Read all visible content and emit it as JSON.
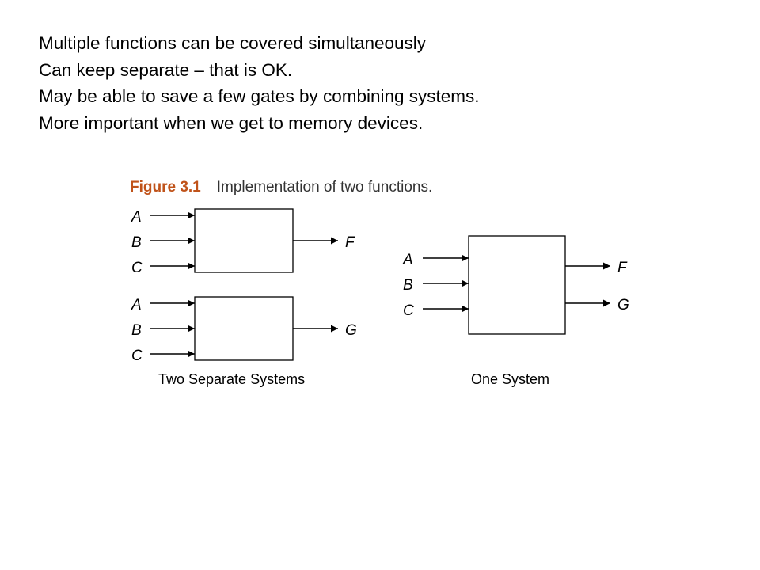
{
  "bullets": [
    "Multiple functions can be covered simultaneously",
    "Can keep separate – that is OK.",
    "May be able to save a few gates by combining systems.",
    "More important when we get to memory devices."
  ],
  "figure": {
    "number": "Figure 3.1",
    "title": "Implementation of two functions."
  },
  "separate": {
    "label": "Two Separate Systems",
    "system1": {
      "inputs": [
        "A",
        "B",
        "C"
      ],
      "output": "F"
    },
    "system2": {
      "inputs": [
        "A",
        "B",
        "C"
      ],
      "output": "G"
    }
  },
  "combined": {
    "label": "One System",
    "inputs": [
      "A",
      "B",
      "C"
    ],
    "outputs": [
      "F",
      "G"
    ]
  }
}
